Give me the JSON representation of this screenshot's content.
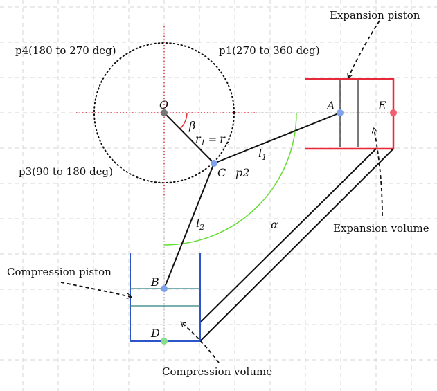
{
  "diagram": {
    "callouts": {
      "expansion_piston": "Expansion piston",
      "expansion_volume": "Expansion volume",
      "compression_piston": "Compression piston",
      "compression_volume": "Compression volume"
    },
    "quadrants": {
      "p4": "p4(180 to 270 deg)",
      "p1": "p1(270 to 360 deg)",
      "p3": "p3(90 to 180 deg)",
      "p2": "p2"
    },
    "points": {
      "O": "O",
      "A": "A",
      "E": "E",
      "C": "C",
      "B": "B",
      "D": "D"
    },
    "symbols": {
      "beta": "β",
      "alpha": "α",
      "r_main": "r",
      "r_eq": "=",
      "r_sub1": "1",
      "r_sub2": "2",
      "l1_main": "l",
      "l1_sub": "1",
      "l2_main": "l",
      "l2_sub": "2"
    },
    "colors": {
      "expansion_cylinder": "#e8293a",
      "compression_cylinder": "#2b55c8",
      "arc_alpha": "#66dd33",
      "axis_dotted": "#e0323a",
      "point_blue": "#7fa2ea",
      "point_red": "#f06070",
      "point_green": "#88dd88",
      "point_gray": "#777777"
    }
  }
}
